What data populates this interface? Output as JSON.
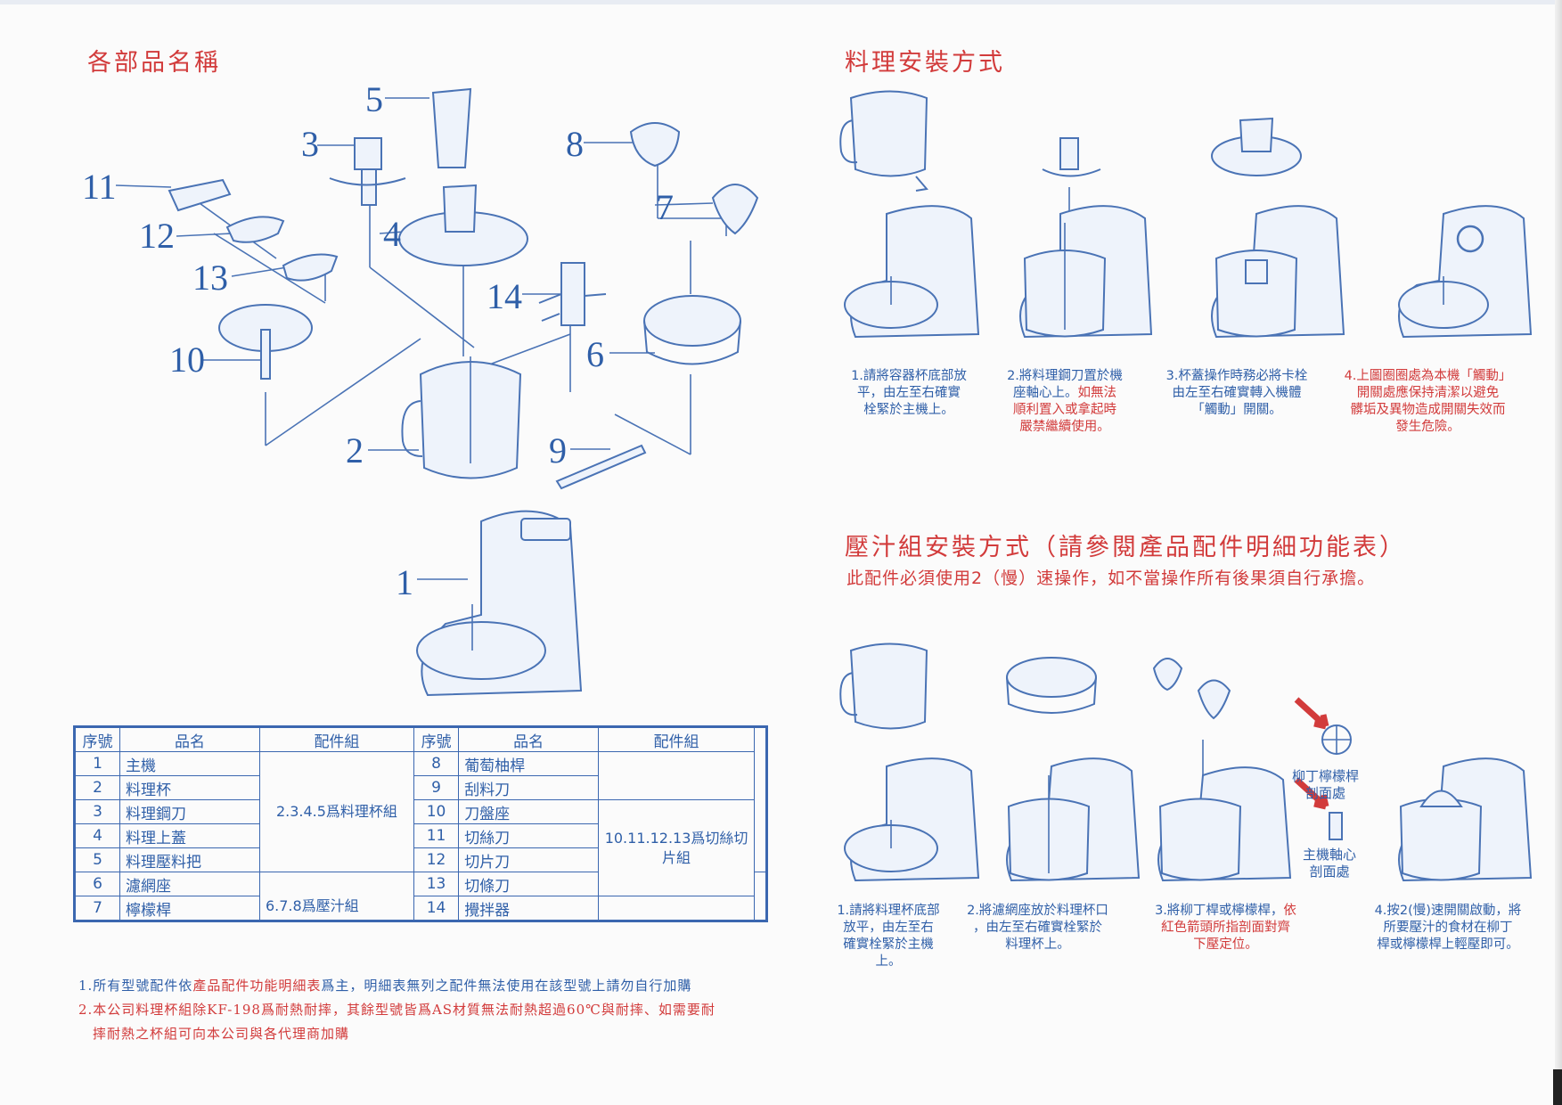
{
  "left": {
    "title": "各部品名稱",
    "callouts": [
      "1",
      "2",
      "3",
      "4",
      "5",
      "6",
      "7",
      "8",
      "9",
      "10",
      "11",
      "12",
      "13",
      "14"
    ],
    "table": {
      "headers": [
        "序號",
        "品名",
        "配件組",
        "序號",
        "品名",
        "配件組"
      ],
      "rows_left": [
        {
          "no": "1",
          "name": "主機"
        },
        {
          "no": "2",
          "name": "料理杯"
        },
        {
          "no": "3",
          "name": "料理鋼刀"
        },
        {
          "no": "4",
          "name": "料理上蓋"
        },
        {
          "no": "5",
          "name": "料理壓料把"
        },
        {
          "no": "6",
          "name": "濾網座"
        },
        {
          "no": "7",
          "name": "檸檬桿"
        }
      ],
      "rows_right": [
        {
          "no": "8",
          "name": "葡萄柚桿"
        },
        {
          "no": "9",
          "name": "刮料刀"
        },
        {
          "no": "10",
          "name": "刀盤座"
        },
        {
          "no": "11",
          "name": "切絲刀"
        },
        {
          "no": "12",
          "name": "切片刀"
        },
        {
          "no": "13",
          "name": "切條刀"
        },
        {
          "no": "14",
          "name": "攪拌器"
        }
      ],
      "group_food": "2.3.4.5爲料理杯組",
      "group_juice": "6.7.8爲壓汁組",
      "group_slice": "10.11.12.13爲切絲切片組"
    },
    "notes": {
      "n1_pre": "1.所有型號配件依",
      "n1_red": "產品配件功能明細表",
      "n1_post": "爲主，明細表無列之配件無法使用在該型號上請勿自行加購",
      "n2_line1": "2.本公司料理杯組除KF-198爲耐熱耐摔，其餘型號皆爲AS材質無法耐熱超過60℃與耐摔、如需要耐",
      "n2_line2": "摔耐熱之杯組可向本公司與各代理商加購"
    }
  },
  "right": {
    "title1": "料理安裝方式",
    "steps1": [
      {
        "text": "1.請將容器杯底部放\n平，由左至右確實\n栓緊於主機上。",
        "red": ""
      },
      {
        "text": "2.將料理鋼刀置於機\n座軸心上。",
        "red": "如無法\n順利置入或拿起時\n嚴禁繼續使用。"
      },
      {
        "text": "3.杯蓋操作時務必將卡栓\n由左至右確實轉入機體\n「觸動」開關。",
        "red": ""
      },
      {
        "text": "",
        "red": "4.上圖圈圈處為本機「觸動」\n開關處應保持清潔以避免\n髒垢及異物造成開關失效而\n發生危險。"
      }
    ],
    "title2": "壓汁組安裝方式（請參閱產品配件明細功能表）",
    "subtitle2": "此配件必須使用2（慢）速操作，如不當操作所有後果須自行承擔。",
    "label_lemon": "柳丁檸檬桿\n剖面處",
    "label_axis": "主機軸心\n剖面處",
    "steps2": [
      {
        "text": "1.請將料理杯底部\n放平，由左至右\n確實栓緊於主機\n上。",
        "red": ""
      },
      {
        "text": "2.將濾網座放於料理杯口\n，由左至右確實栓緊於\n料理杯上。",
        "red": ""
      },
      {
        "text": "3.將柳丁桿或檸檬桿，",
        "red": "依\n紅色箭頭所指剖面對齊\n下壓定位。"
      },
      {
        "text": "4.按2(慢)速開關啟動，將\n所要壓汁的食材在柳丁\n桿或檸檬桿上輕壓即可。",
        "red": ""
      }
    ]
  },
  "colors": {
    "blue": "#2f5fa8",
    "red": "#d23b3b",
    "line": "#4a73b5"
  }
}
